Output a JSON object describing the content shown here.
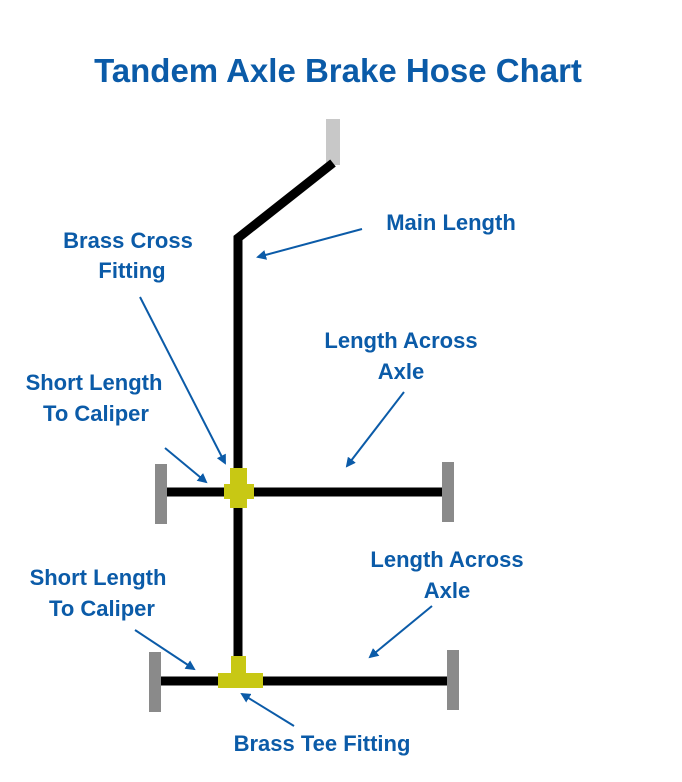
{
  "title": "Tandem Axle Brake Hose Chart",
  "labels": {
    "main_length": "Main Length",
    "brass_cross_1": "Brass Cross",
    "brass_cross_2": "Fitting",
    "short_top_1": "Short Length",
    "short_top_2": "To Caliper",
    "across_top_1": "Length Across",
    "across_top_2": "Axle",
    "short_bottom_1": "Short Length",
    "short_bottom_2": "To Caliper",
    "across_bottom_1": "Length Across",
    "across_bottom_2": "Axle",
    "brass_tee": "Brass Tee Fitting"
  },
  "colors": {
    "title": "#0B5BA8",
    "label": "#0B5BA8",
    "arrow": "#0B5BA8",
    "hose": "#000000",
    "fitting": "#C8C814",
    "caliper": "#8A8A8A",
    "hose_end": "#C8C8C8"
  }
}
